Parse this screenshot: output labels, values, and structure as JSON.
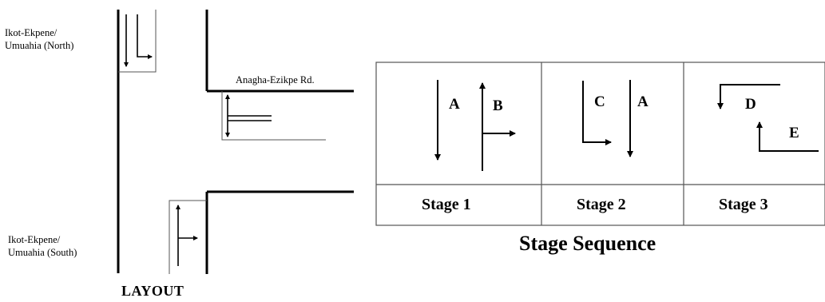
{
  "layout": {
    "north_approach": "Ikot-Ekpene/\nUmuahia (North)",
    "east_road": "Anagha-Ezikpe Rd.",
    "south_approach": "Ikot-Ekpene/\nUmuahia (South)",
    "caption": "LAYOUT"
  },
  "stages": [
    {
      "label": "Stage 1",
      "movements": [
        "A",
        "B"
      ]
    },
    {
      "label": "Stage 2",
      "movements": [
        "C",
        "A"
      ]
    },
    {
      "label": "Stage 3",
      "movements": [
        "D",
        "E"
      ]
    }
  ],
  "sequence_caption": "Stage Sequence",
  "colors": {
    "line": "#000000",
    "thin_line": "#555555",
    "background": "#ffffff"
  }
}
